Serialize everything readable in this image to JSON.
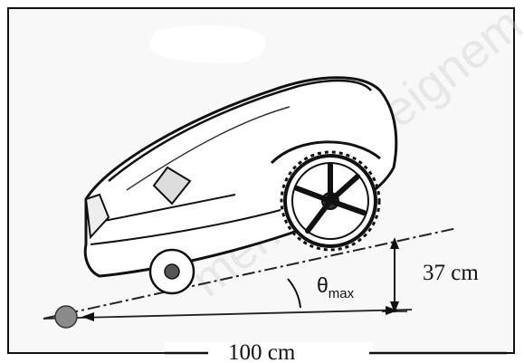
{
  "diagram": {
    "height_label": "37 cm",
    "length_label": "100 cm",
    "angle_label": {
      "symbol": "θ",
      "subscript": "max"
    }
  }
}
